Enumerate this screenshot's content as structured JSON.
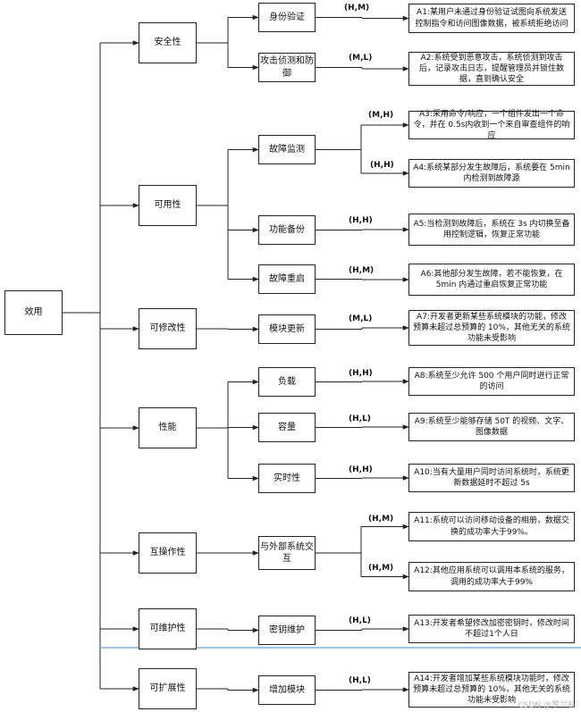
{
  "root": "效用",
  "categories": [
    {
      "label": "安全性",
      "children": [
        {
          "label": "身份验证",
          "items": [
            {
              "priority": "(H,M)",
              "text": "A1:某用户未通过身份验证试图向系统发送控制指令和访问图像数据，被系统拒绝访问"
            }
          ]
        },
        {
          "label": "攻击侦测和防御",
          "items": [
            {
              "priority": "(M,L)",
              "text": "A2:系统受到恶意攻击，系统侦测到攻击后，记录攻击日志，提醒管理员并锁住数据，直到确认安全"
            }
          ]
        }
      ]
    },
    {
      "label": "可用性",
      "children": [
        {
          "label": "故障监测",
          "items": [
            {
              "priority": "(M,H)",
              "text": "A3:采用命令/响应，一个组件发出一个命令，并在 0.5s内收到一个来自审查组件的响应"
            },
            {
              "priority": "(H,H)",
              "text": "A4:系统某部分发生故障后，系统要在 5min 内检测到故障源"
            }
          ]
        },
        {
          "label": "功能备份",
          "items": [
            {
              "priority": "(H,H)",
              "text": "A5:当检测到故障后，系统在 3s 内切换至备用控制逻辑，恢复正常功能"
            }
          ]
        },
        {
          "label": "故障重启",
          "items": [
            {
              "priority": "(H,M)",
              "text": "A6:其他部分发生故障，若不能恢复，在 5min 内通过重启恢复正常功能"
            }
          ]
        }
      ]
    },
    {
      "label": "可修改性",
      "children": [
        {
          "label": "模块更新",
          "items": [
            {
              "priority": "(M,L)",
              "text": "A7:开发者更新某些系统模块的功能，修改预算未超过总预算的 10%，其他无关的系统功能未受影响"
            }
          ]
        }
      ]
    },
    {
      "label": "性能",
      "children": [
        {
          "label": "负载",
          "items": [
            {
              "priority": "(H,H)",
              "text": "A8:系统至少允许 500 个用户同时进行正常的访问"
            }
          ]
        },
        {
          "label": "容量",
          "items": [
            {
              "priority": "(H,L)",
              "text": "A9:系统至少能够存储 50T 的视频、文字、图像数据"
            }
          ]
        },
        {
          "label": "实时性",
          "items": [
            {
              "priority": "(H,H)",
              "text": "A10:当有大量用户同时访问系统时，系统更新数据延时不超过 5s"
            }
          ]
        }
      ]
    },
    {
      "label": "互操作性",
      "children": [
        {
          "label": "与外部系统交互",
          "items": [
            {
              "priority": "(H,M)",
              "text": "A11:系统可以访问移动设备的相册，数据交换的成功率大于99%。"
            },
            {
              "priority": "(H,M)",
              "text": "A12:其他应用系统可以调用本系统的服务，调用的成功率大于99%"
            }
          ]
        }
      ]
    },
    {
      "label": "可维护性",
      "children": [
        {
          "label": "密钥维护",
          "items": [
            {
              "priority": "(H,L)",
              "text": "A13:开发者希望修改加密密钥时，修改时间不超过1个人日"
            }
          ]
        }
      ]
    },
    {
      "label": "可扩展性",
      "children": [
        {
          "label": "增加模块",
          "items": [
            {
              "priority": "(H,L)",
              "text": "A14:开发者增加某些系统模块功能时，修改预算未超过总预算的 10%，其他无关的系统功能未受影响"
            }
          ]
        }
      ]
    }
  ],
  "watermark": "CSDN @罗兰长"
}
